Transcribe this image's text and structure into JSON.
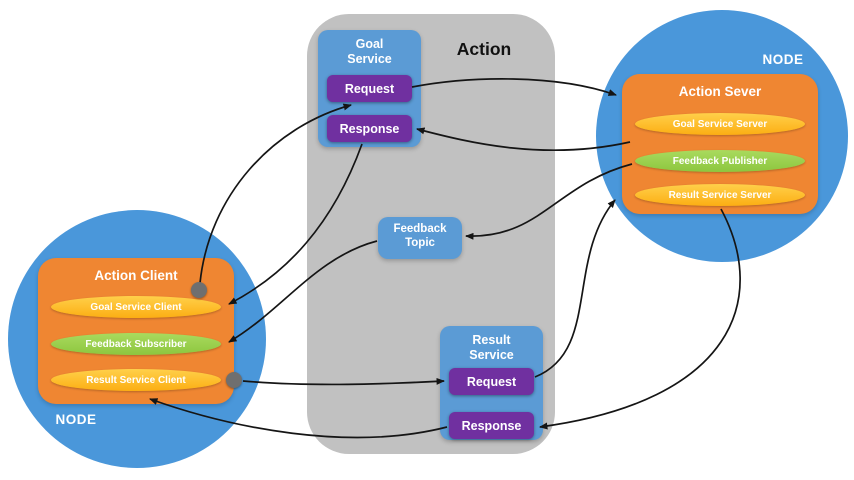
{
  "action_label": "Action",
  "left_node": {
    "node_label": "NODE",
    "title": "Action Client",
    "pills": [
      {
        "label": "Goal Service Client"
      },
      {
        "label": "Feedback Subscriber"
      },
      {
        "label": "Result Service Client"
      }
    ]
  },
  "right_node": {
    "node_label": "NODE",
    "title": "Action Sever",
    "pills": [
      {
        "label": "Goal Service Server"
      },
      {
        "label": "Feedback Publisher"
      },
      {
        "label": "Result Service Server"
      }
    ]
  },
  "goal_service": {
    "title": "Goal Service",
    "request": "Request",
    "response": "Response"
  },
  "feedback_topic": {
    "title": "Feedback Topic"
  },
  "result_service": {
    "title": "Result Service",
    "request": "Request",
    "response": "Response"
  },
  "colors": {
    "node_circle": "#4a97da",
    "action_panel": "#c1c1c1",
    "orange_box": "#ef8632",
    "yellow_pill": "#fcae13",
    "green_pill": "#8dc63f",
    "blue_box": "#5b9bd5",
    "purple_button": "#7030a0",
    "arrow": "#151515"
  }
}
